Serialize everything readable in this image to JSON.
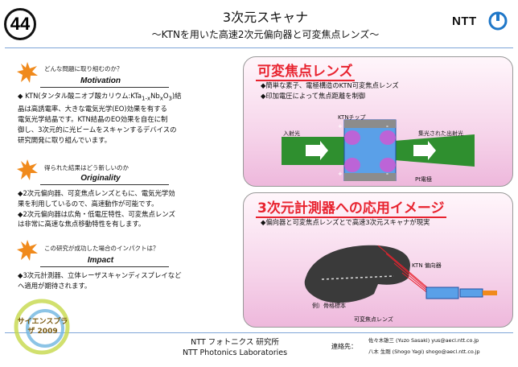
{
  "header": {
    "number": "44",
    "title": "3次元スキャナ",
    "subtitle": "～KTNを用いた高速2次元偏向器と可変焦点レンズ～",
    "brand": "NTT"
  },
  "motivation": {
    "question": "どんな問題に取り組むのか？",
    "heading": "Motivation",
    "lines": [
      "KTN(タンタル酸ニオブ酸カリウム:KTa",
      "1-x",
      "Nb",
      "x",
      "O",
      "3",
      ")結",
      "晶は高誘電率、大きな電気光学(EO)効果を有する",
      "電気光学結晶です。KTN結晶のEO効果を自在に制",
      "御し、3次元的に光ビームをスキャンするデバイスの",
      "研究開発に取り組んでいます。"
    ]
  },
  "originality": {
    "question": "得られた結果はどう新しいのか",
    "heading": "Originality",
    "lines": [
      "◆2次元偏向器、可変焦点レンズともに、電気光学効",
      "果を利用しているので、高速動作が可能です。",
      "◆2次元偏向器は広角・低電圧特性、可変焦点レンズ",
      "は非常に高速な焦点移動特性を有します。"
    ]
  },
  "impact": {
    "question": "この研究が成功した場合のインパクトは？",
    "heading": "Impact",
    "lines": [
      "◆3次元計測器、立体レーザスキャンディスプレイなど",
      "へ適用が期待されます。"
    ]
  },
  "lens_panel": {
    "title": "可変焦点レンズ",
    "bullets": [
      "◆簡単な素子、電極構造のKTN可変焦点レンズ",
      "◆印加電圧によって焦点距離を制御"
    ],
    "chip_label": "KTNチップ",
    "in_label": "入射光",
    "out_label": "集光された出射光",
    "electrode_label": "Pt電極",
    "plus": "+",
    "minus": "-"
  },
  "app_panel": {
    "title": "3次元計測器への応用イメージ",
    "bullets": [
      "◆偏向器と可変焦点レンズとで高速3次元スキャナが現実"
    ],
    "deflector_label": "KTN 偏向器",
    "lens_label": "可変焦点レンズ",
    "sample_label": "例）骨格標本"
  },
  "footer": {
    "org_ja": "NTT フォトニクス 研究所",
    "org_en": "NTT Photonics Laboratories",
    "contact_label": "連絡先：",
    "contact1": "佐々木雄三 (Yuzo Sasaki)  yus@aecl.ntt.co.jp",
    "contact2": "八木 生剛 (Shogo Yagi) shogo@aecl.ntt.co.jp",
    "logo_text": "サイエンスプラザ 2009"
  },
  "colors": {
    "accent": "#e8232f",
    "star": "#f08a1c",
    "panel_bg": "#f6d4ea",
    "rule": "#7fa6d8"
  }
}
